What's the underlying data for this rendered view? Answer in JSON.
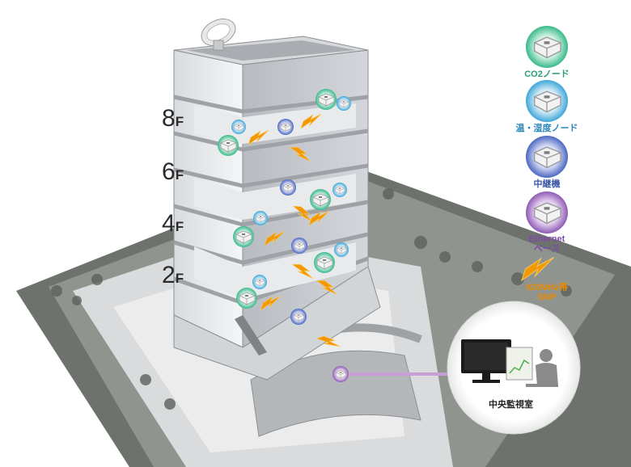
{
  "floors": [
    "8",
    "6",
    "4",
    "2"
  ],
  "floor_suffix": "F",
  "legend": {
    "co2": "CO2ノード",
    "temp_humidity": "温・湿度ノード",
    "relay": "中継機",
    "ethernet_line1": "Ethernet",
    "ethernet_line2": "ベース",
    "radio_line1": "920MHz帯",
    "radio_line2": "SNP"
  },
  "monitoring_room": "中央監視室",
  "colors": {
    "co2_node": "#39b98a",
    "temp_node": "#3fa6d8",
    "relay": "#4a67c0",
    "ethernet": "#8e5ab5",
    "radio": "#f39800",
    "link_line": "#c79fd4"
  }
}
